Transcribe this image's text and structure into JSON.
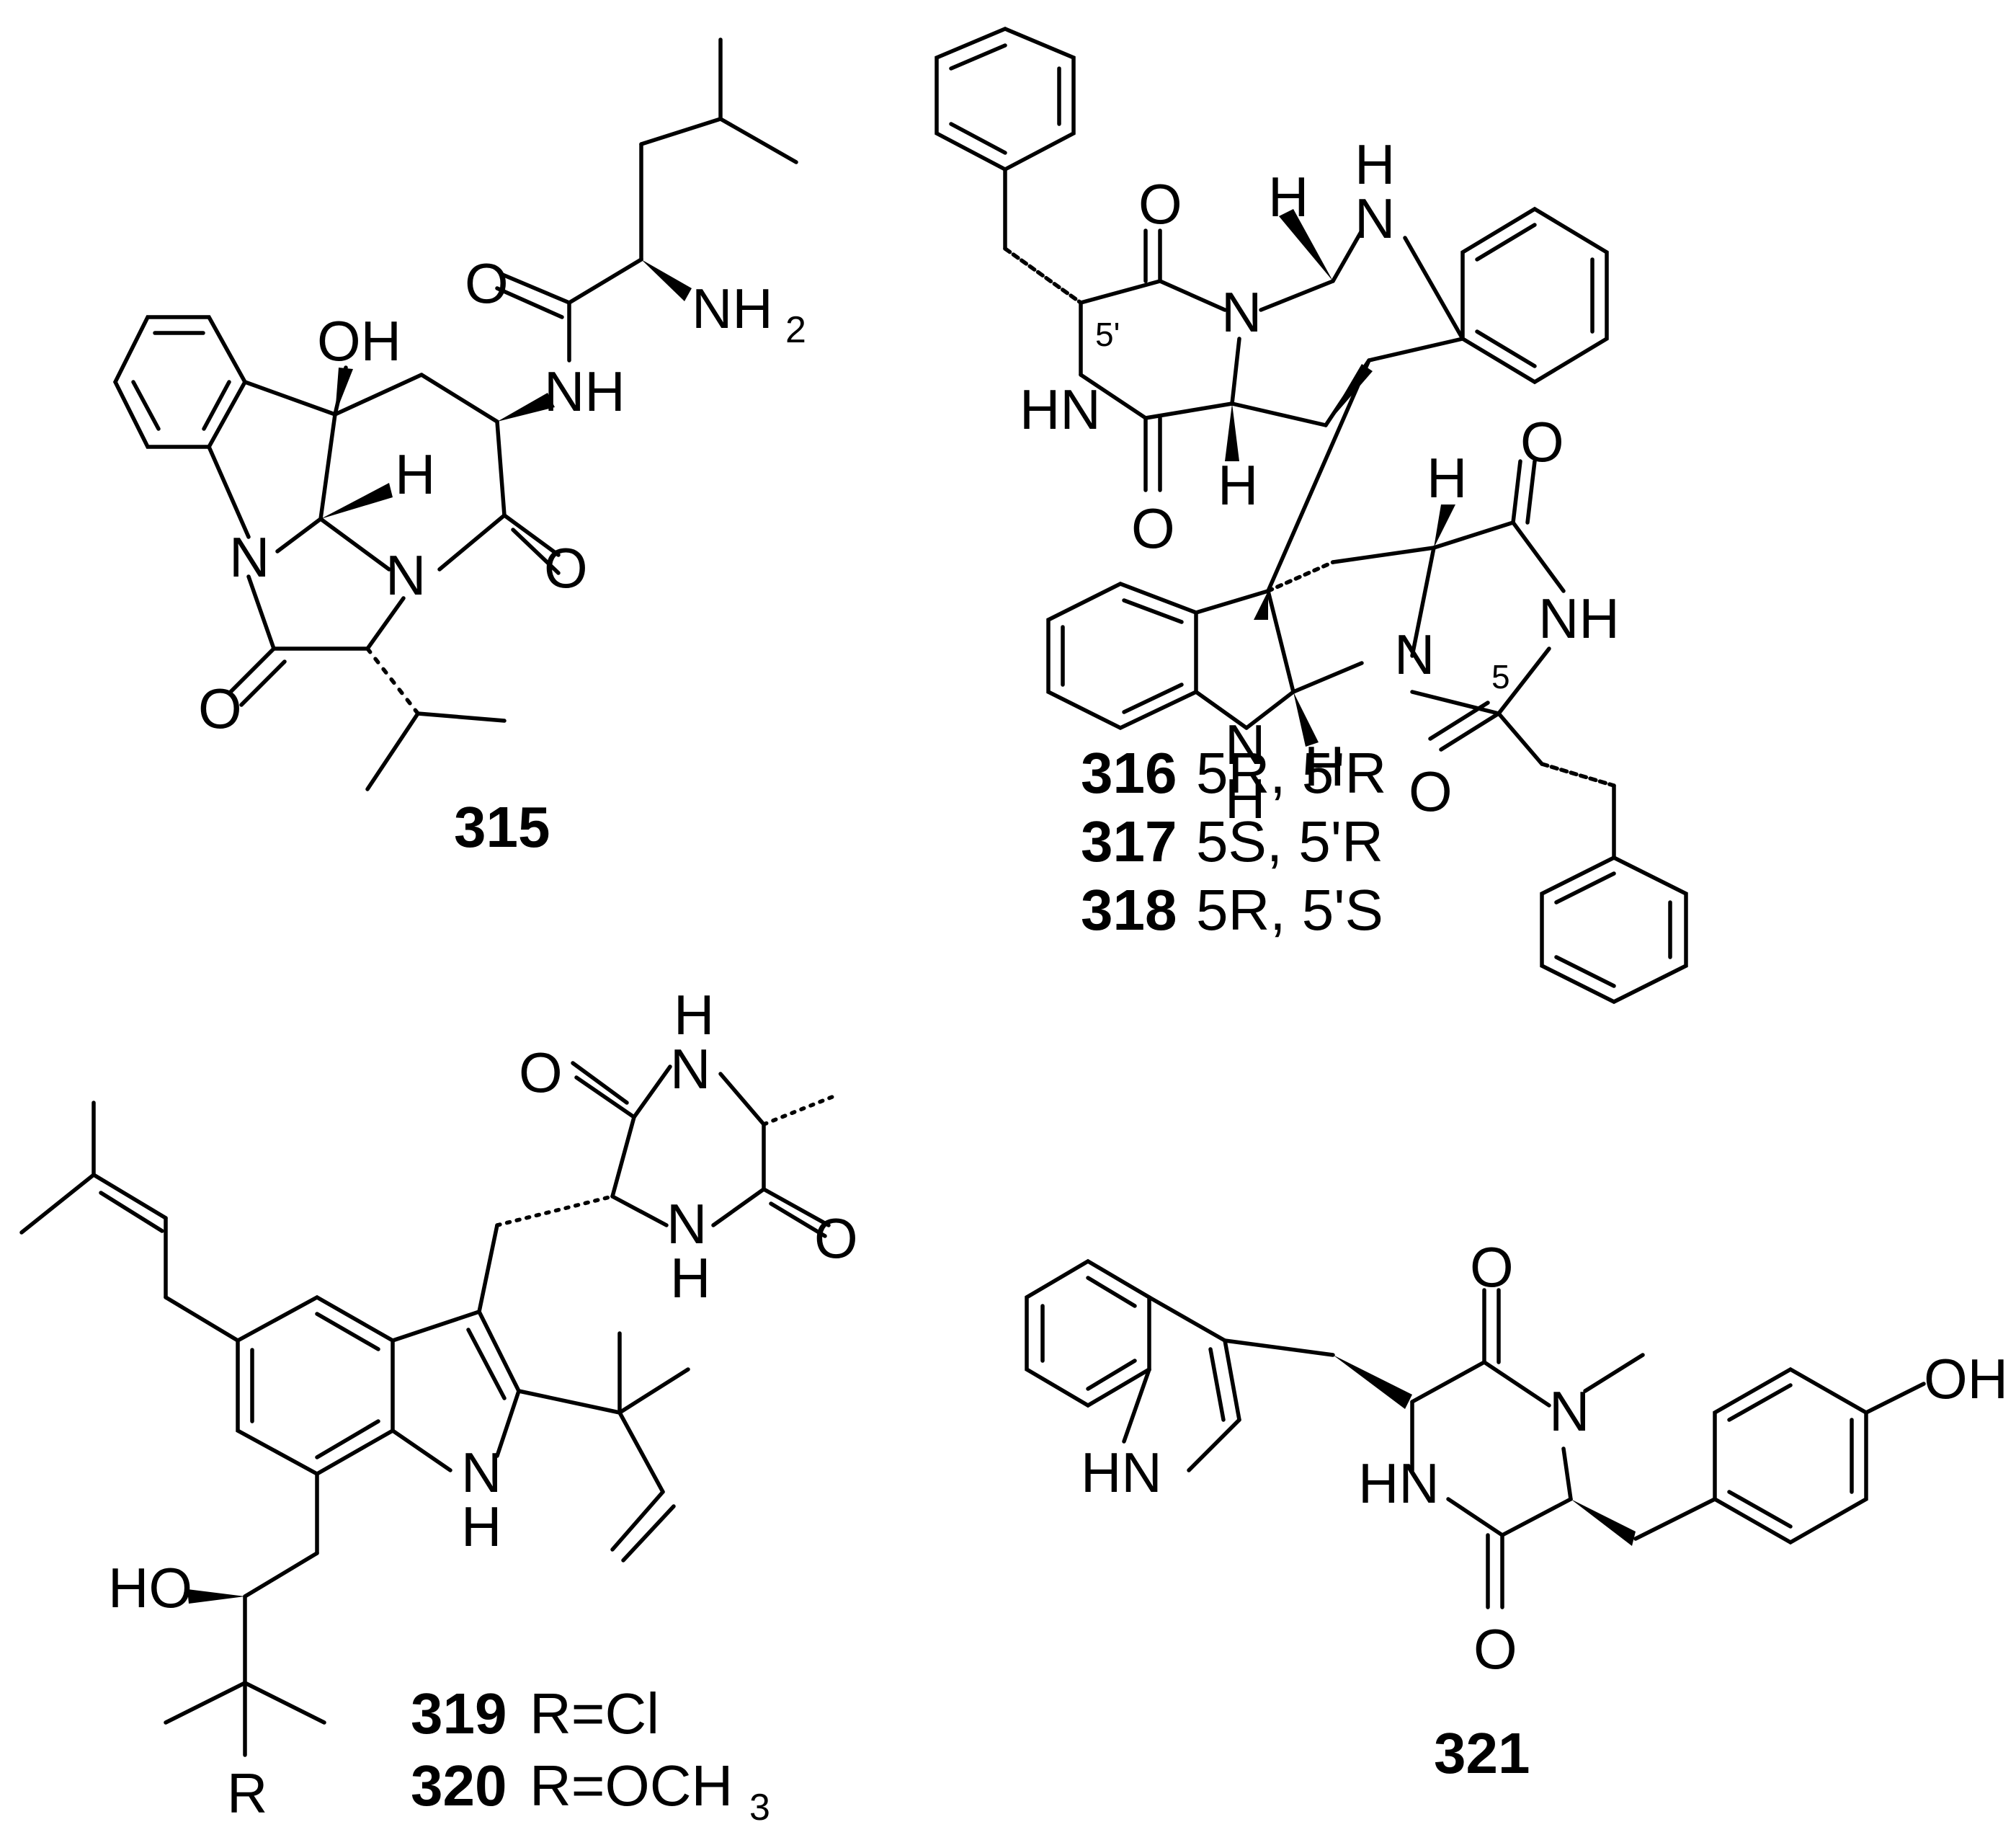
{
  "compounds": {
    "c315": {
      "id": "315"
    },
    "c316": {
      "id": "316",
      "desc": "5R, 5'R"
    },
    "c317": {
      "id": "317",
      "desc": "5S, 5'R"
    },
    "c318": {
      "id": "318",
      "desc": "5R, 5'S"
    },
    "c319": {
      "id": "319",
      "desc": "R=Cl"
    },
    "c320": {
      "id": "320",
      "desc": "R=OCH",
      "desc_sub": "3"
    },
    "c321": {
      "id": "321"
    }
  },
  "atoms": {
    "OH": "OH",
    "H": "H",
    "N": "N",
    "O": "O",
    "NH": "NH",
    "HN": "HN",
    "NH2_main": "NH",
    "NH2_sub": "2",
    "HO": "HO",
    "R": "R"
  },
  "locants": {
    "five": "5",
    "five_prime": "5'"
  }
}
